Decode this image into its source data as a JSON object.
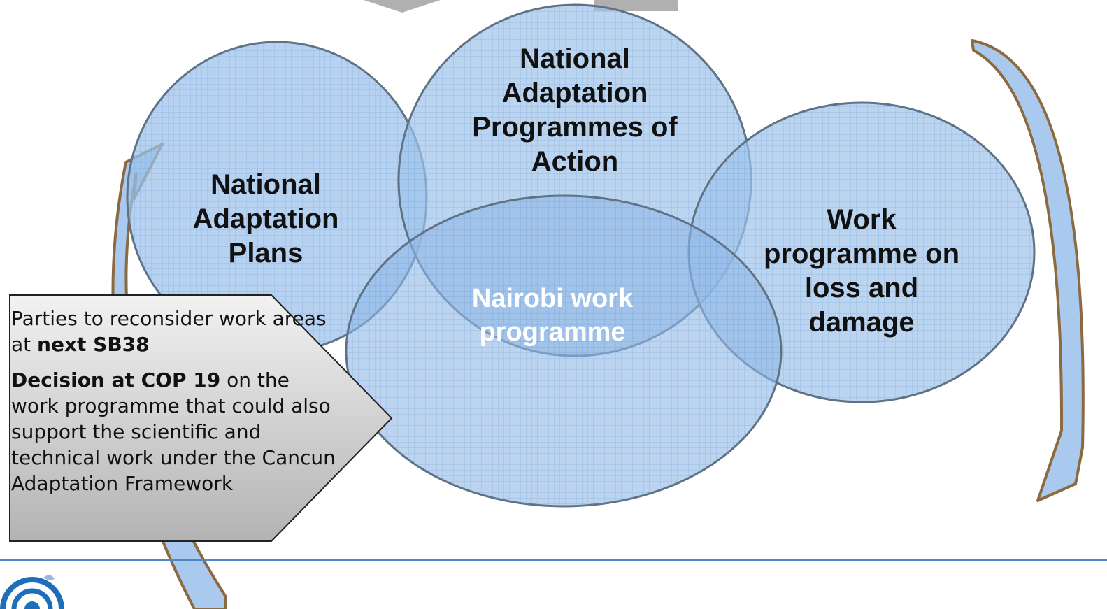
{
  "diagram": {
    "bubbles": {
      "nap": {
        "lines": [
          "National",
          "Adaptation",
          "Plans"
        ]
      },
      "napa": {
        "lines": [
          "National",
          "Adaptation",
          "Programmes of",
          "Action"
        ]
      },
      "loss": {
        "lines": [
          "Work",
          "programme on",
          "loss and",
          "damage"
        ]
      },
      "nairobi": {
        "lines": [
          "Nairobi work",
          "programme"
        ]
      }
    },
    "callout": {
      "line1_text": "Parties to reconsider work areas at ",
      "line1_bold": "next SB38",
      "line2_bold": "Decision at COP 19",
      "line2_text": " on the work programme that could also support the scientific and technical work under the Cancun Adaptation Framework"
    },
    "colors": {
      "bubble_fill": "#9ec3eb",
      "bubble_stroke": "#5f7184",
      "arrow_fill": "#a9c9ee",
      "arrow_stroke": "#8c6a3f",
      "divider": "#4f86c6",
      "callout_fill": "#d4d4d4"
    },
    "icons": [
      "logo-icon"
    ]
  }
}
